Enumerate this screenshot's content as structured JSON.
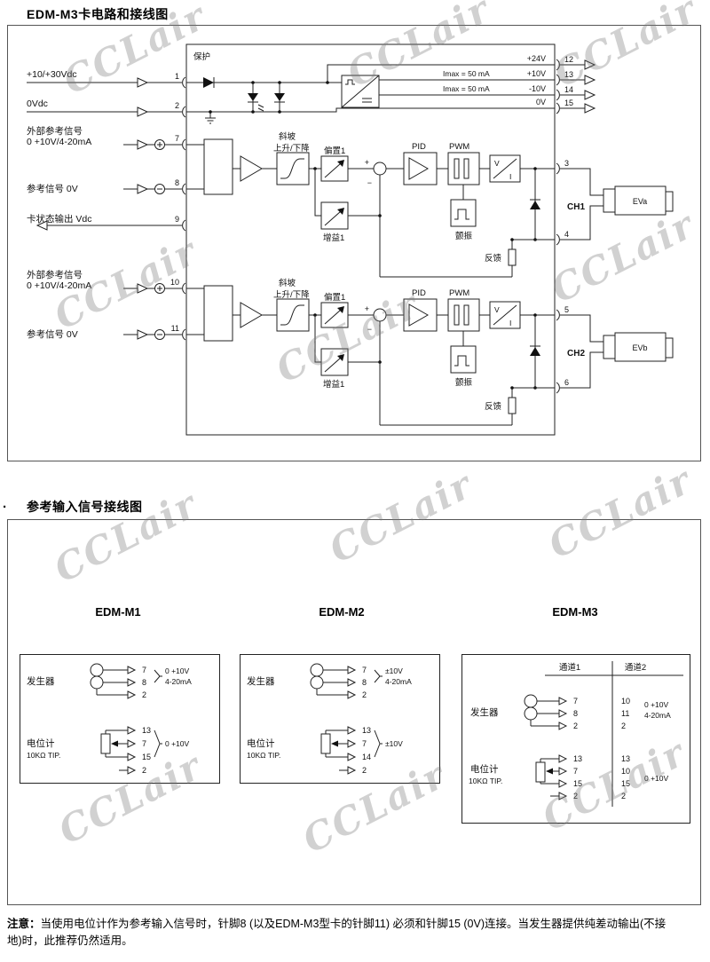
{
  "watermark": {
    "text": "CCLair"
  },
  "doc": {
    "title1": "EDM-M3卡电路和接线图",
    "bullet": "·",
    "title2": "参考输入信号接线图"
  },
  "circuit": {
    "protection": "保护",
    "rail_24": "+24V",
    "rail_p10": "+10V",
    "rail_m10": "-10V",
    "rail_0": "0V",
    "imax_a": "Imax = 50 mA",
    "imax_b": "Imax = 50 mA",
    "pins_left": [
      {
        "num": "1",
        "l1": "+10/+30Vdc"
      },
      {
        "num": "2",
        "l1": "0Vdc"
      },
      {
        "num": "7",
        "l1": "外部参考信号",
        "l2": "0 +10V/4-20mA"
      },
      {
        "num": "8",
        "l1": "参考信号 0V"
      },
      {
        "num": "9",
        "l1": "卡状态输出  Vdc"
      },
      {
        "num": "10",
        "l1": "外部参考信号",
        "l2": "0 +10V/4-20mA"
      },
      {
        "num": "11",
        "l1": "参考信号 0V"
      }
    ],
    "pins_right": {
      "p12": "12",
      "p13": "13",
      "p14": "14",
      "p15": "15",
      "p3": "3",
      "p4": "4",
      "p5": "5",
      "p6": "6"
    },
    "ch1": {
      "ramp_a": "斜坡",
      "ramp_b": "上升/下降",
      "offset": "偏置1",
      "gain": "增益1",
      "pid": "PID",
      "pwm": "PWM",
      "dither": "颤振",
      "feedback": "反馈",
      "plus": "+",
      "minus": "−",
      "v": "V",
      "i": "I",
      "name": "CH1",
      "valve": "EVa"
    },
    "ch2": {
      "ramp_a": "斜坡",
      "ramp_b": "上升/下降",
      "offset": "偏置1",
      "gain": "增益1",
      "pid": "PID",
      "pwm": "PWM",
      "dither": "颤振",
      "feedback": "反馈",
      "plus": "+",
      "minus": "−",
      "v": "V",
      "i": "I",
      "name": "CH2",
      "valve": "EVb"
    }
  },
  "wiring": {
    "m1": {
      "title": "EDM-M1",
      "gen": "发生器",
      "pot": "电位计",
      "pot_sub": "10KΩ TIP.",
      "gen_pins": [
        "7",
        "8",
        "2"
      ],
      "gen_l1": "0 +10V",
      "gen_l2": "4-20mA",
      "pot_pins": [
        "13",
        "7",
        "15",
        "2"
      ],
      "pot_label": "0 +10V"
    },
    "m2": {
      "title": "EDM-M2",
      "gen": "发生器",
      "pot": "电位计",
      "pot_sub": "10KΩ TIP.",
      "gen_pins": [
        "7",
        "8",
        "2"
      ],
      "gen_l1": "±10V",
      "gen_l2": "4-20mA",
      "pot_pins": [
        "13",
        "7",
        "14",
        "2"
      ],
      "pot_label": "±10V"
    },
    "m3": {
      "title": "EDM-M3",
      "ch1": "通道1",
      "ch2": "通道2",
      "gen": "发生器",
      "pot": "电位计",
      "pot_sub": "10KΩ TIP.",
      "gen_pins_c1": [
        "7",
        "8",
        "2"
      ],
      "gen_pins_c2": [
        "10",
        "11",
        "2"
      ],
      "gen_l1": "0 +10V",
      "gen_l2": "4-20mA",
      "pot_pins_c1": [
        "13",
        "7",
        "15",
        "2"
      ],
      "pot_pins_c2": [
        "13",
        "10",
        "15",
        "2"
      ],
      "pot_label": "0 +10V"
    }
  },
  "note": {
    "bold": "注意：",
    "line1": "当使用电位计作为参考输入信号时，针脚8 (以及EDM-M3型卡的针脚11) 必须和针脚15 (0V)连接。当发生器提供纯差动输出(不接",
    "line2": "地)时，此推荐仍然适用。"
  }
}
